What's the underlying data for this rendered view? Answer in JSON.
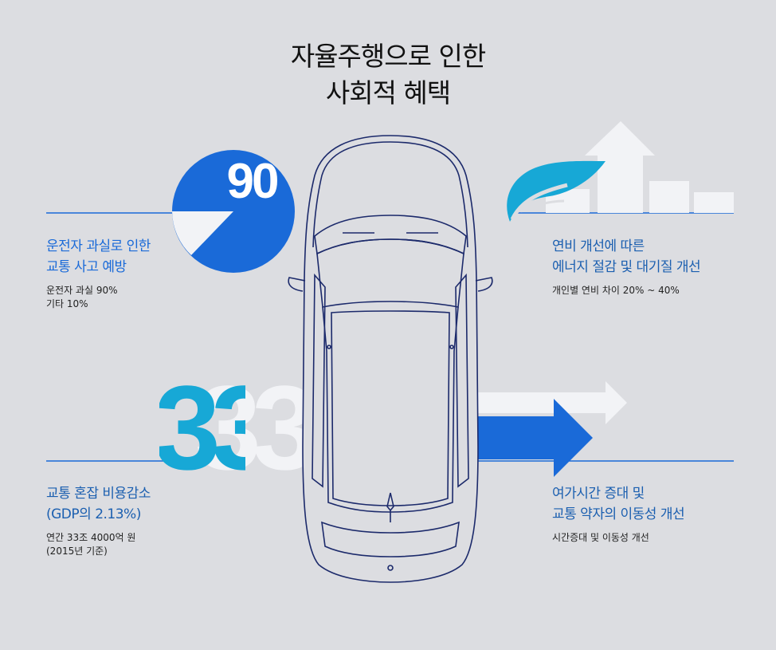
{
  "title": {
    "line1": "자율주행으로 인한",
    "line2": "사회적 혜택"
  },
  "accident": {
    "big_number": "90",
    "head1": "운전자 과실로 인한",
    "head2": "교통 사고 예방",
    "sub1": "운전자 과실 90%",
    "sub2": "기타 10%",
    "share_driver_error_pct": 90,
    "share_other_pct": 10
  },
  "energy": {
    "head1": "연비 개선에 따른",
    "head2": "에너지 절감 및 대기질 개선",
    "sub1": "개인별 연비 차이 20% ~ 40%",
    "icon": "leaf-icon"
  },
  "congestion": {
    "big_number": "33",
    "head1": "교통 혼잡 비용감소",
    "head2": "(GDP의 2.13%)",
    "sub1": "연간 33조 4000억 원",
    "sub2": "(2015년 기준)"
  },
  "leisure": {
    "head1": "여가시간 증대 및",
    "head2": "교통 약자의 이동성 개선",
    "sub1": "시간증대 및 이동성 개선",
    "icon": "arrow-right-icon"
  },
  "colors": {
    "blue": "#1a6ad8",
    "cyan": "#17a8d6",
    "white": "#f2f3f6",
    "background": "#dcdde1",
    "car_line": "#1c2a6b"
  }
}
